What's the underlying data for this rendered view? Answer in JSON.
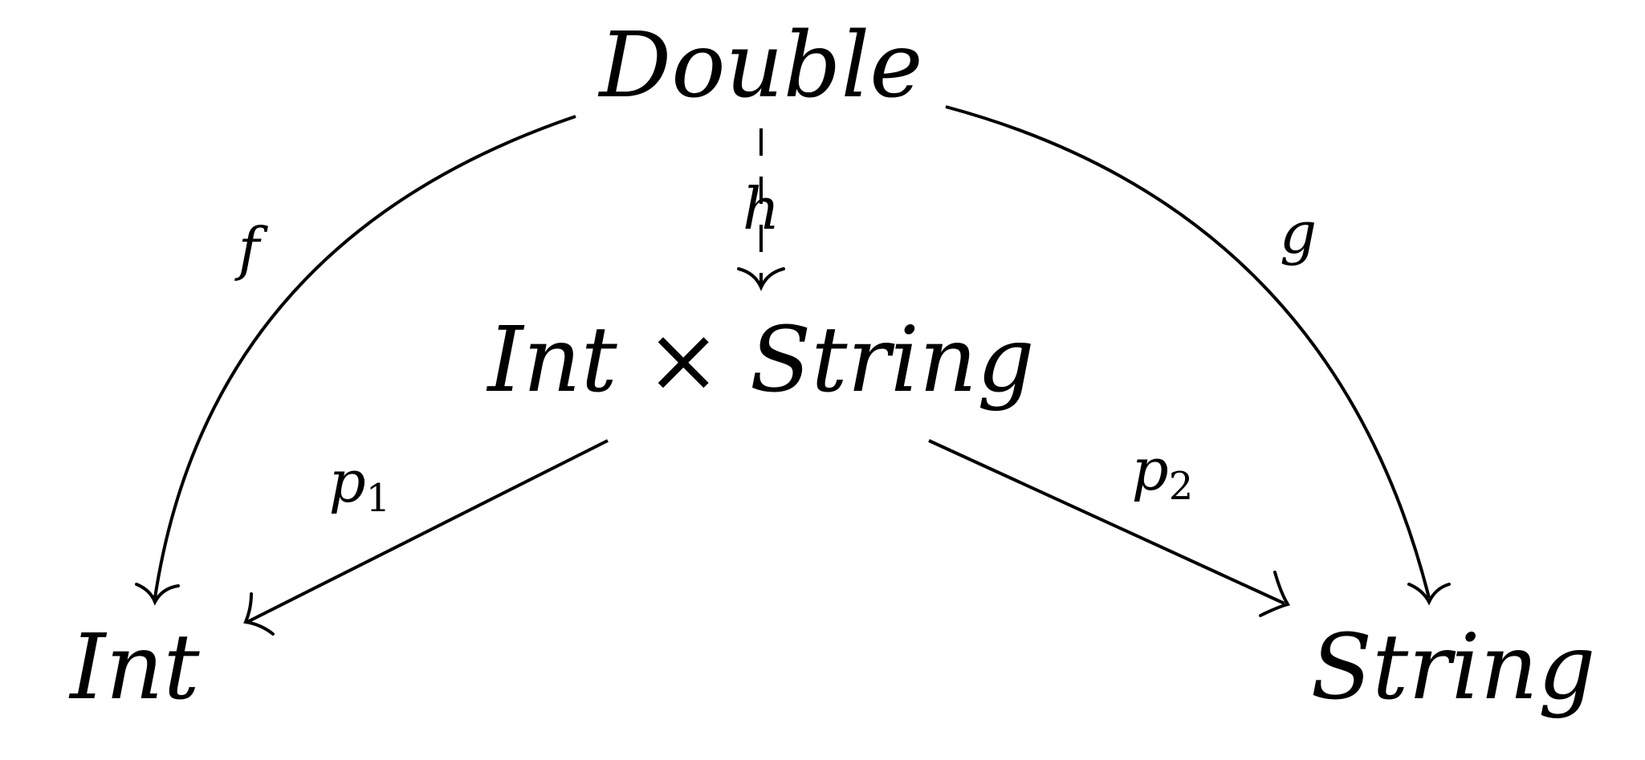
{
  "diagram": {
    "nodes": {
      "double": "Double",
      "product": "Int × String",
      "int": "Int",
      "string": "String"
    },
    "edges": {
      "f": "f",
      "g": "g",
      "h": "h",
      "p1": {
        "base": "p",
        "sub": "1"
      },
      "p2": {
        "base": "p",
        "sub": "2"
      }
    },
    "style": {
      "ink": "#000000",
      "background": "#ffffff",
      "h_line": "dashed"
    }
  }
}
